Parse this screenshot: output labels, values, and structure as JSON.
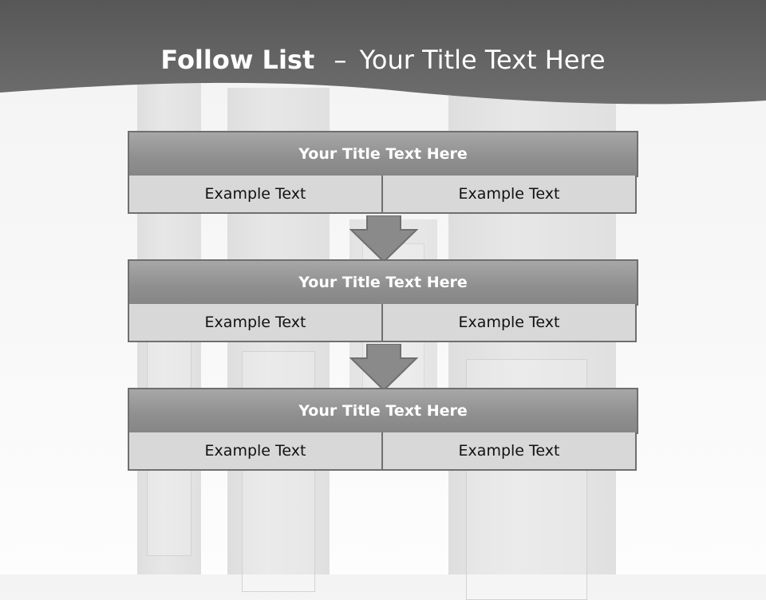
{
  "slide": {
    "title_bold": "Follow List",
    "title_separator": "–",
    "title_rest": "Your Title Text Here"
  },
  "steps": [
    {
      "title": "Your Title Text Here",
      "left_text": "Example Text",
      "right_text": "Example Text"
    },
    {
      "title": "Your Title Text Here",
      "left_text": "Example Text",
      "right_text": "Example Text"
    },
    {
      "title": "Your Title Text Here",
      "left_text": "Example Text",
      "right_text": "Example Text"
    }
  ],
  "colors": {
    "header_band": "#5a5a5a",
    "title_bar": "#8f8f8f",
    "cell": "#d8d8d8",
    "arrow": "#8a8a8a",
    "border": "#6f6f6f"
  }
}
